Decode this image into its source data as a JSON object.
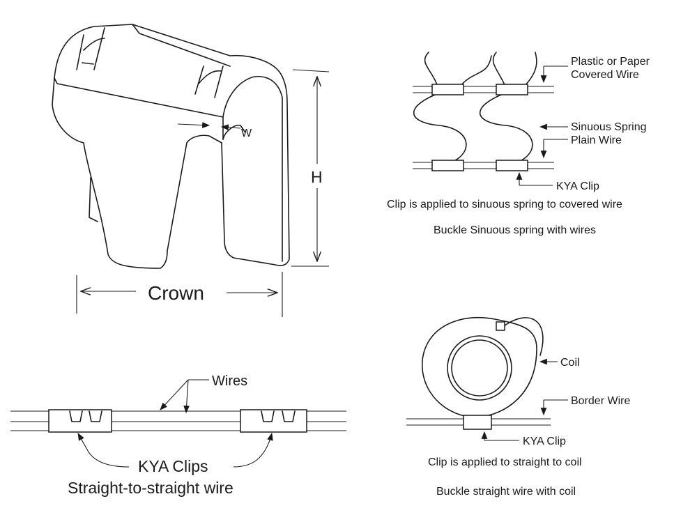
{
  "clip_dimensions": {
    "crown": "Crown",
    "height": "H",
    "width": "W"
  },
  "sinuous": {
    "label_covered_1": "Plastic or Paper",
    "label_covered_2": "Covered Wire",
    "label_spring": "Sinuous Spring",
    "label_plain": "Plain Wire",
    "label_clip": "KYA Clip",
    "caption_1": "Clip is applied to sinuous spring to covered wire",
    "caption_2": "Buckle Sinuous spring with wires"
  },
  "straight": {
    "label_wires": "Wires",
    "label_clips": "KYA Clips",
    "caption": "Straight-to-straight wire"
  },
  "coil": {
    "label_coil": "Coil",
    "label_border": "Border Wire",
    "label_clip": "KYA Clip",
    "caption_1": "Clip is applied to straight to coil",
    "caption_2": "Buckle straight wire with coil"
  }
}
